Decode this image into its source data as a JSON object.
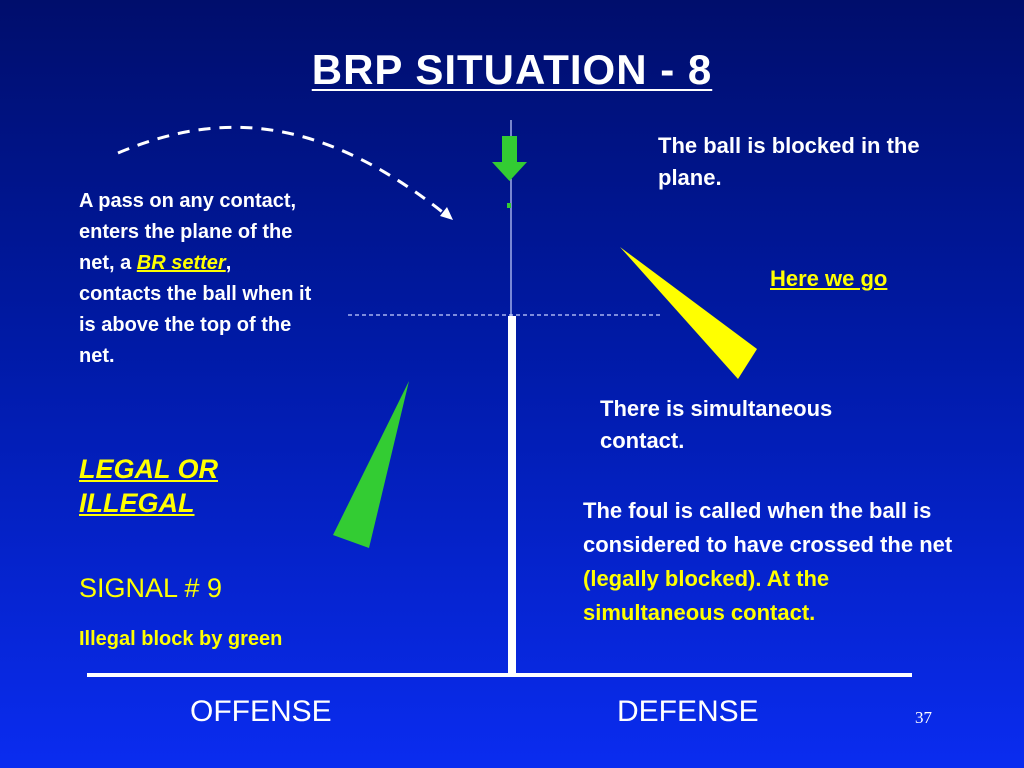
{
  "title": "BRP  SITUATION  -  8",
  "left_text": {
    "part1": "A pass on any contact, enters the plane of the net, a ",
    "link": "BR setter",
    "part2": ", contacts the ball when it  is above the top of the net."
  },
  "question": "LEGAL  OR ILLEGAL",
  "signal": "SIGNAL  # 9",
  "signal_description": "Illegal  block  by  green",
  "right_texts": {
    "blocked": "The ball is blocked in the plane.",
    "here_we_go": "Here we go",
    "simultaneous": "There is simultaneous contact.",
    "foul_part1": "The foul is called when the ball is considered to have crossed the net ",
    "foul_part2": "(legally blocked). At the simultaneous contact."
  },
  "labels": {
    "offense": "OFFENSE",
    "defense": "DEFENSE"
  },
  "page_number": "37",
  "colors": {
    "background_top": "#000e6c",
    "background_bottom": "#0a2cf0",
    "offense_player": "#33cc33",
    "defense_player": "#ffff00",
    "highlight_text": "#ffff00"
  },
  "icons": {
    "ball_path": "dashed-arrow",
    "ball_marker": "down-arrow-icon"
  }
}
